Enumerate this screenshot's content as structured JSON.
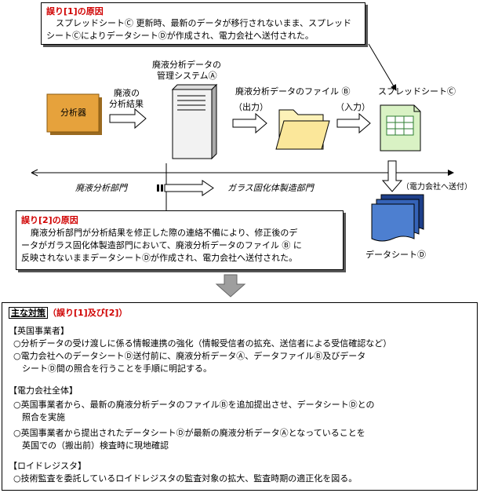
{
  "cause1": {
    "title": "誤り[1]の原因",
    "line1": "スプレッドシートⒸ 更新時、最新のデータが移行されないまま、スプレッド",
    "line2": "シートⒸによりデータシートⒹが作成され、電力会社へ送付された。"
  },
  "flow": {
    "analyzer": "分析器",
    "result_label_1": "廃液の",
    "result_label_2": "分析結果",
    "mgmt_label_1": "廃液分析データの",
    "mgmt_label_2": "管理システムⒶ",
    "file_label": "廃液分析データのファイル Ⓑ",
    "output_label": "（出力）",
    "input_label": "（入力）",
    "sheet_label": "スプレッドシートⒸ",
    "dept1": "廃液分析部門",
    "dept2": "ガラス固化体製造部門",
    "send_label": "（電力会社へ送付）",
    "datasheet_label": "データシートⒹ"
  },
  "cause2": {
    "title": "誤り[2]の原因",
    "line1": "廃液分析部門が分析結果を修正した際の連絡不備により、修正後のデ",
    "line2": "ータがガラス固化体製造部門において、廃液分析データのファイル Ⓑ に",
    "line3": "反映されないままデータシートⒹが作成され、電力会社へ送付された。"
  },
  "measures": {
    "title": "主な対策",
    "subtitle": "（誤り[1]及び[2]）",
    "sec1_head": "【英国事業者】",
    "sec1_l1": "○分析データの受け渡しに係る情報連携の強化（情報受信者の拡充、送信者による受信確認など）",
    "sec1_l2": "○電力会社へのデータシートⒹ送付前に、廃液分析データⒶ、データファイルⒷ及びデータ",
    "sec1_l3": "　シートⒹ間の照合を行うことを手順に明記する。",
    "sec2_head": "【電力会社全体】",
    "sec2_l1": "○英国事業者から、最新の廃液分析データのファイルⒷを追加提出させ、データシートⒹとの",
    "sec2_l2": "　照合を実施",
    "sec2_l3": "○英国事業者から提出されたデータシートⒹが最新の廃液分析データⒶとなっていることを",
    "sec2_l4": "　英国での（搬出前）検査時に現地確認",
    "sec3_head": "【ロイドレジスタ】",
    "sec3_l1": "○技術監査を委託しているロイドレジスタの監査対象の拡大、監査時期の適正化を図る。"
  },
  "colors": {
    "analyzer_fill": "#e6a23c",
    "folder_fill": "#fdf2b8",
    "sheet_fill": "#d9f2c4",
    "datasheet_fill": "#4d7fd0",
    "red_text": "#d00000"
  }
}
